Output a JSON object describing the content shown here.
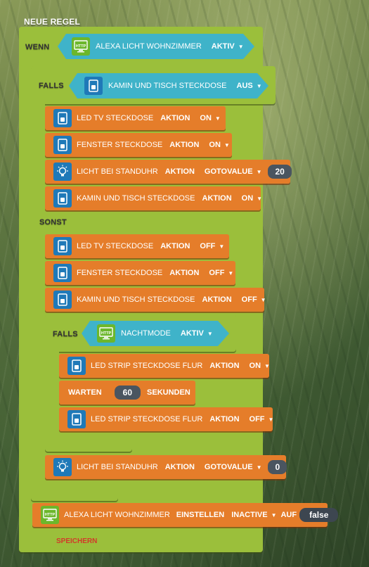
{
  "rule_title": "NEUE REGEL",
  "wenn": {
    "label": "WENN",
    "device": "ALEXA LICHT WOHNZIMMER",
    "state": "AKTIV",
    "icon": "http-icon"
  },
  "falls1": {
    "label": "FALLS",
    "device": "KAMIN UND TISCH STECKDOSE",
    "state": "AUS",
    "icon": "socket-icon"
  },
  "then_actions": [
    {
      "device": "LED TV STECKDOSE",
      "kw": "AKTION",
      "value": "ON",
      "icon": "socket-icon"
    },
    {
      "device": "FENSTER STECKDOSE",
      "kw": "AKTION",
      "value": "ON",
      "icon": "socket-icon"
    },
    {
      "device": "LICHT BEI STANDUHR",
      "kw": "AKTION",
      "value": "GOTOVALUE",
      "num": "20",
      "icon": "bulb-icon"
    },
    {
      "device": "KAMIN UND TISCH STECKDOSE",
      "kw": "AKTION",
      "value": "ON",
      "icon": "socket-icon"
    }
  ],
  "sonst_label": "SONST",
  "else_actions": [
    {
      "device": "LED TV STECKDOSE",
      "kw": "AKTION",
      "value": "OFF",
      "icon": "socket-icon"
    },
    {
      "device": "FENSTER STECKDOSE",
      "kw": "AKTION",
      "value": "OFF",
      "icon": "socket-icon"
    },
    {
      "device": "KAMIN UND TISCH STECKDOSE",
      "kw": "AKTION",
      "value": "OFF",
      "icon": "socket-icon"
    }
  ],
  "falls2": {
    "label": "FALLS",
    "device": "NACHTMODE",
    "state": "AKTIV",
    "icon": "http-icon"
  },
  "inner_actions": [
    {
      "device": "LED STRIP STECKDOSE FLUR",
      "kw": "AKTION",
      "value": "ON",
      "icon": "socket-icon"
    },
    {
      "device": "LED STRIP STECKDOSE FLUR",
      "kw": "AKTION",
      "value": "OFF",
      "icon": "socket-icon"
    }
  ],
  "warten": {
    "label": "WARTEN",
    "value": "60",
    "unit": "SEKUNDEN"
  },
  "after_inner": {
    "device": "LICHT BEI STANDUHR",
    "kw": "AKTION",
    "value": "GOTOVALUE",
    "num": "0",
    "icon": "bulb-icon"
  },
  "final_action": {
    "device": "ALEXA LICHT WOHNZIMMER",
    "kw": "EINSTELLEN",
    "value": "INACTIVE",
    "auf": "AUF",
    "bool": "false",
    "icon": "http-icon"
  },
  "save_label": "SPEICHERN",
  "colors": {
    "green": "#9bbf3b",
    "orange": "#e57d2a",
    "blue": "#3fb3c9",
    "save": "#d23a2a"
  }
}
